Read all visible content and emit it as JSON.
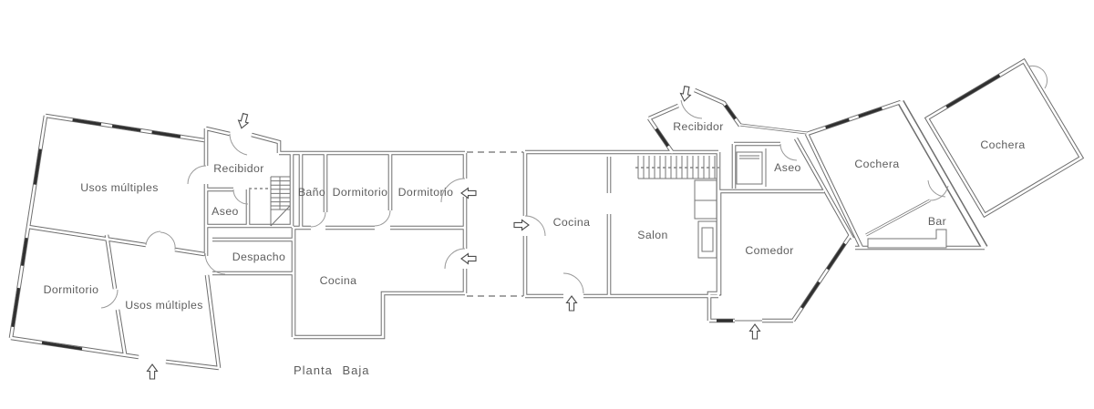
{
  "plan": {
    "title": "Planta Baja",
    "rooms": {
      "usos_multiples_main": "Usos múltiples",
      "recibidor_left": "Recibidor",
      "aseo_left": "Aseo",
      "banio": "Baño",
      "dormitorio_1": "Dormitorio",
      "dormitorio_2": "Dormitorio",
      "despacho": "Despacho",
      "cocina_left": "Cocina",
      "dormitorio_3": "Dormitorio",
      "usos_multiples_2": "Usos múltiples",
      "cocina_center": "Cocina",
      "salon": "Salon",
      "recibidor_right": "Recibidor",
      "aseo_right": "Aseo",
      "comedor": "Comedor",
      "cochera_1": "Cochera",
      "cochera_2": "Cochera",
      "bar": "Bar"
    },
    "icons": {
      "entrance_arrow": "entrance-direction-arrow"
    },
    "colors": {
      "wall": "#6e6e6e",
      "window": "#2f2f2f",
      "label": "#5d5d5d"
    }
  }
}
